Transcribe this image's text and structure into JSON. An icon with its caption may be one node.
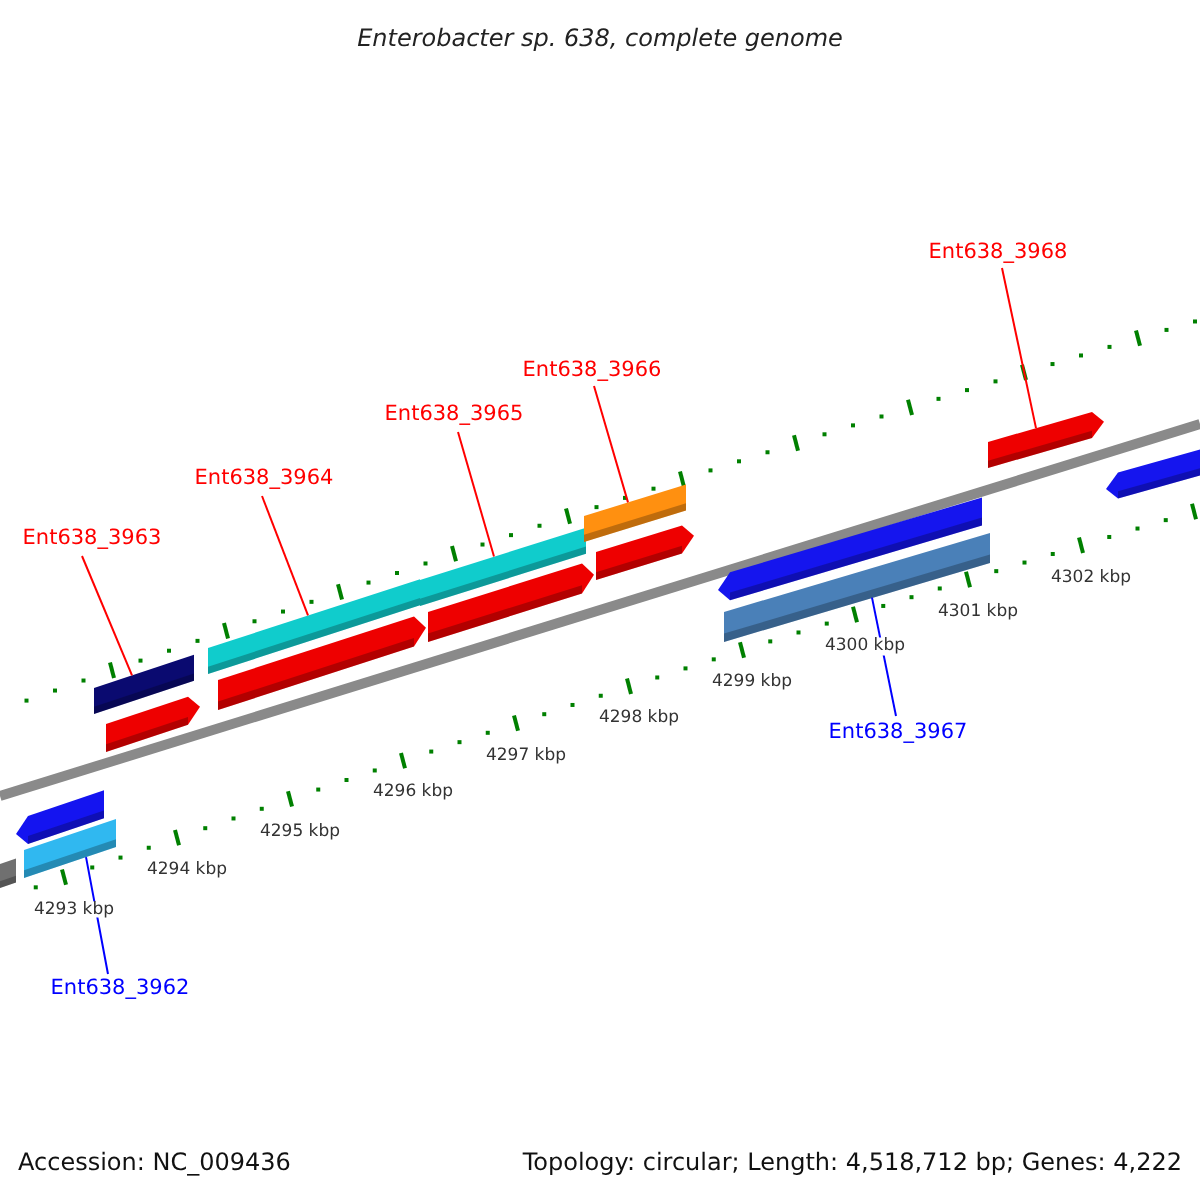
{
  "diagram": {
    "title": "Enterobacter sp. 638, complete genome",
    "nodes": [
      {
        "text": [
          "Ent638_3968"
        ]
      },
      {
        "text": [
          "Ent638_3966"
        ]
      },
      {
        "text": [
          "Ent638_3965"
        ]
      },
      {
        "text": [
          "Ent638_3964"
        ]
      },
      {
        "text": [
          "Ent638_3963"
        ]
      },
      {
        "text": [
          "Ent638_3967"
        ]
      },
      {
        "text": [
          "Ent638_3962"
        ]
      },
      {
        "text": [],
        "shape": "bar"
      },
      {
        "text": [],
        "shape": "bar"
      },
      {
        "text": [],
        "shape": "bar"
      },
      {
        "text": [],
        "shape": "bar"
      },
      {
        "text": [],
        "shape": "bar"
      },
      {
        "text": [],
        "shape": "bar"
      },
      {
        "text": [],
        "shape": "bar"
      },
      {
        "text": [],
        "shape": "bar"
      },
      {
        "text": [],
        "shape": "bar"
      },
      {
        "text": [],
        "shape": "bar"
      },
      {
        "text": [],
        "shape": "bar"
      },
      {
        "text": [],
        "shape": "bar"
      },
      {
        "text": [],
        "shape": "bar"
      },
      {
        "text": [],
        "shape": "bar"
      },
      {
        "text": [],
        "shape": "bar"
      }
    ],
    "edges": [
      {
        "from": 0,
        "to": 20,
        "arrow": "none"
      },
      {
        "from": 1,
        "to": 16,
        "arrow": "none"
      },
      {
        "from": 2,
        "to": 14,
        "arrow": "none"
      },
      {
        "from": 3,
        "to": 12,
        "arrow": "none"
      },
      {
        "from": 4,
        "to": 10,
        "arrow": "none"
      },
      {
        "from": 5,
        "to": 19,
        "arrow": "none",
        "color": "#0000ff"
      },
      {
        "from": 6,
        "to": 9,
        "arrow": "none",
        "color": "#0000ff"
      }
    ],
    "labels": [
      "4293 kbp",
      "4294 kbp",
      "4295 kbp",
      "4296 kbp",
      "4297 kbp",
      "4298 kbp",
      "4299 kbp",
      "4300 kbp",
      "4301 kbp",
      "4302 kbp",
      "Accession: NC_009436",
      "Topology: circular; Length: 4,518,712 bp; Genes: 4,222"
    ]
  }
}
